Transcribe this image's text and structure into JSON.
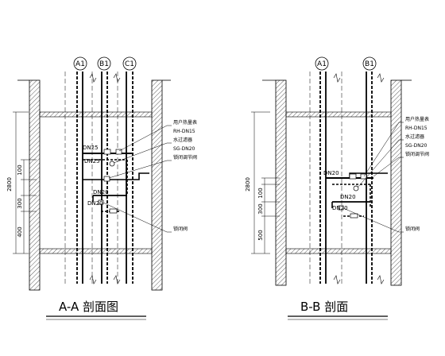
{
  "sections": [
    {
      "id": "a",
      "title": "A-A  剖面图",
      "axes": [
        "A1",
        "B1",
        "C1"
      ],
      "dims": {
        "total": "2800",
        "parts": [
          "400",
          "300",
          "100"
        ]
      },
      "callouts": [
        "用户热量表",
        "RH-DN15",
        "水过滤器",
        "SG-DN20",
        "锁闭调节阀",
        "锁闭阀"
      ],
      "pipe_labels": [
        "DN25",
        "DN25",
        "DN20",
        "DN20"
      ]
    },
    {
      "id": "b",
      "title": "B-B  剖面",
      "axes": [
        "A1",
        "B1"
      ],
      "dims": {
        "total": "2800",
        "parts": [
          "500",
          "300",
          "100"
        ]
      },
      "callouts": [
        "用户热量表",
        "RH-DN15",
        "水过滤器",
        "SG-DN20",
        "锁闭调节阀",
        "锁闭阀"
      ],
      "pipe_labels": [
        "DN20",
        "DN20",
        "DN20"
      ]
    }
  ],
  "colors": {
    "line": "#000000",
    "hatch": "#333333"
  }
}
